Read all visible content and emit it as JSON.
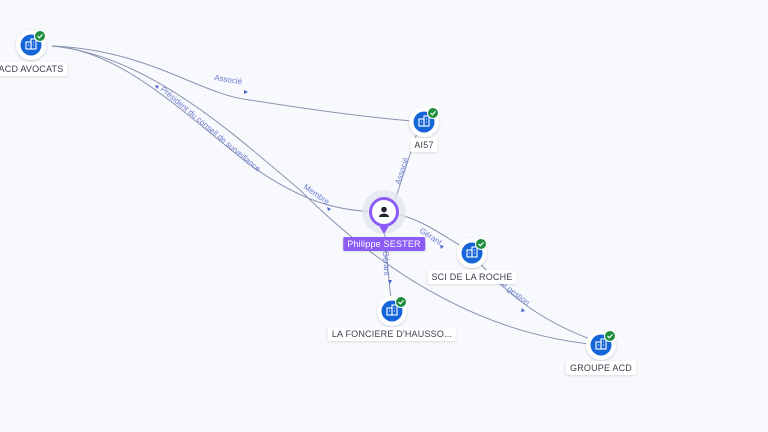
{
  "nodes": [
    {
      "id": "acd_avocats",
      "label": "ACD AVOCATS",
      "kind": "company",
      "verified": true,
      "icon": "building-icon"
    },
    {
      "id": "ai57",
      "label": "AI57",
      "kind": "company",
      "verified": true,
      "icon": "building-icon"
    },
    {
      "id": "person",
      "label": "Philippe SESTER",
      "kind": "person",
      "verified": false,
      "icon": "person-icon"
    },
    {
      "id": "sci_roche",
      "label": "SCI DE LA ROCHE",
      "kind": "company",
      "verified": true,
      "icon": "building-icon"
    },
    {
      "id": "fonciere",
      "label": "LA FONCIERE D'HAUSSO...",
      "kind": "company",
      "verified": true,
      "icon": "building-icon"
    },
    {
      "id": "groupe_acd",
      "label": "GROUPE ACD",
      "kind": "company",
      "verified": true,
      "icon": "building-icon"
    }
  ],
  "edges": [
    {
      "id": "e1",
      "from": "acd_avocats",
      "to": "ai57",
      "label": "Associé"
    },
    {
      "id": "e2",
      "from": "acd_avocats",
      "to": "person",
      "label": "Président du conseil de surveillance"
    },
    {
      "id": "e3",
      "from": "acd_avocats",
      "to": "groupe_acd",
      "label": "Membre"
    },
    {
      "id": "e4",
      "from": "person",
      "to": "ai57",
      "label": "Associé"
    },
    {
      "id": "e5",
      "from": "person",
      "to": "sci_roche",
      "label": "Gérant"
    },
    {
      "id": "e6",
      "from": "person",
      "to": "fonciere",
      "label": "Gérant"
    },
    {
      "id": "e7",
      "from": "sci_roche",
      "to": "groupe_acd",
      "label": "de gestion"
    }
  ],
  "colors": {
    "company": "#1565d8",
    "person": "#8b5cf6",
    "verified": "#1e8e3e",
    "edge": "#8a93b0",
    "edge_label": "#6a7bd0",
    "arrow": "#4a63c9"
  }
}
